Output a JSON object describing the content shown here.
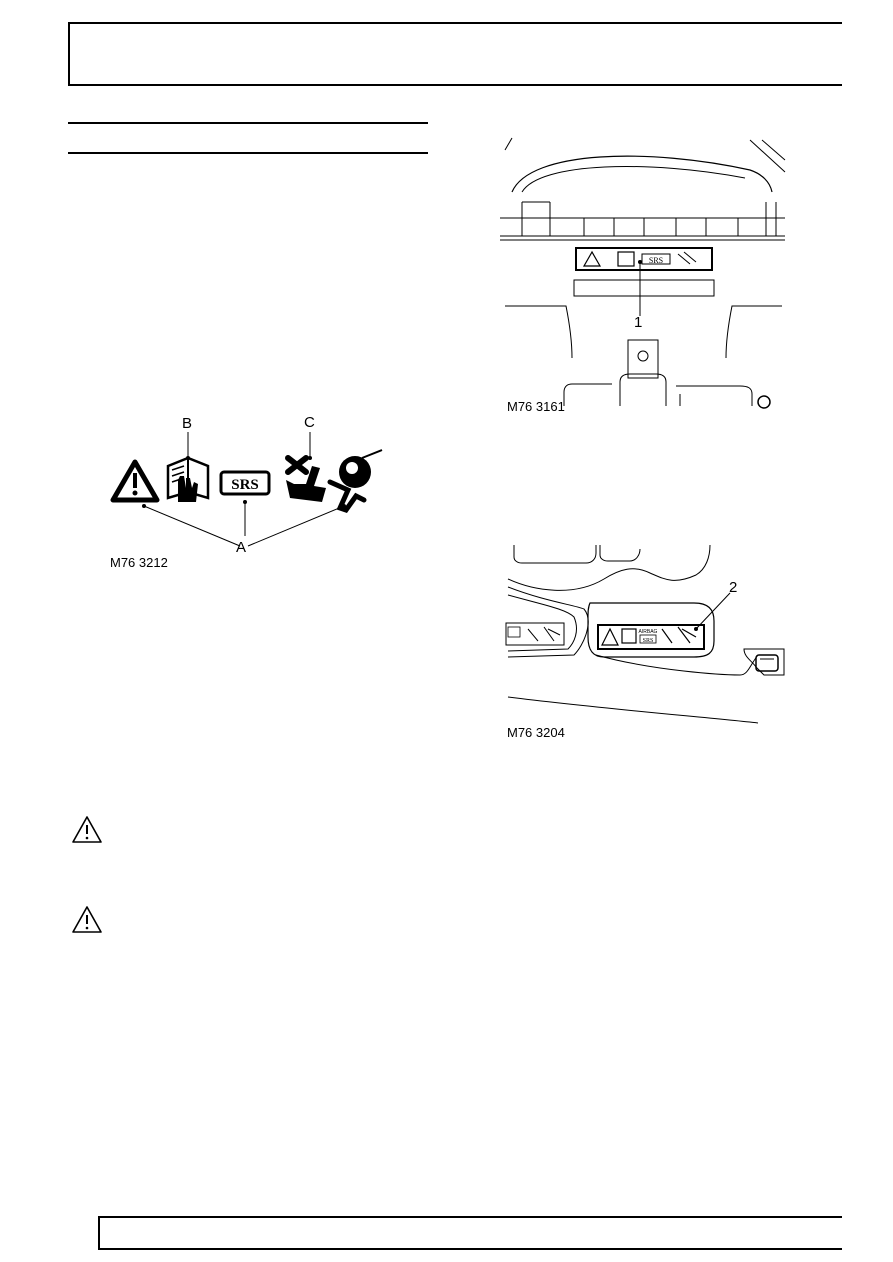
{
  "figures": [
    {
      "code": "M76 3212",
      "callouts": [
        "A",
        "B",
        "C"
      ],
      "symbols": [
        "warning-triangle-icon",
        "manual-hand-icon",
        "srs-label",
        "no-rear-seat-icon",
        "airbag-occupant-icon"
      ],
      "srs_text": "SRS"
    },
    {
      "code": "M76 3161",
      "callouts": [
        "1"
      ],
      "srs_text": "SRS"
    },
    {
      "code": "M76 3204",
      "callouts": [
        "2"
      ],
      "label_text_small": "AIRBAG",
      "srs_text": "SRS"
    }
  ],
  "cautions": [
    {
      "icon": "caution-triangle-icon"
    },
    {
      "icon": "caution-triangle-icon"
    }
  ]
}
